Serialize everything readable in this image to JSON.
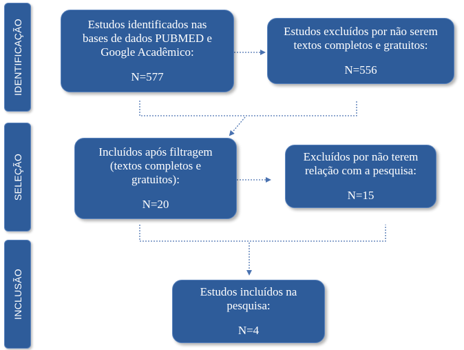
{
  "stages": {
    "identification": "IDENTIFICAÇÃO",
    "selection": "SELEÇÃO",
    "inclusion": "INCLUSÃO"
  },
  "boxes": {
    "identified": {
      "lines": [
        "Estudos identificados nas",
        "bases de dados PUBMED e",
        "Google Acadêmico:"
      ],
      "count": "N=577"
    },
    "excluded_incomplete": {
      "lines": [
        "Estudos excluídos por não serem",
        "textos completos e gratuitos:"
      ],
      "count": "N=556"
    },
    "included_filter": {
      "lines": [
        "Incluídos após filtragem",
        "(textos completos e",
        "gratuitos):"
      ],
      "count": "N=20"
    },
    "excluded_unrelated": {
      "lines": [
        "Excluídos por não terem",
        "relação com a pesquisa:"
      ],
      "count": "N=15"
    },
    "final_included": {
      "lines": [
        "Estudos incluídos na",
        "pesquisa:"
      ],
      "count": "N=4"
    }
  },
  "colors": {
    "box_fill": "#2e5c9a",
    "box_border": "#5b84be",
    "connector": "#4a72b0",
    "text": "#ffffff"
  }
}
